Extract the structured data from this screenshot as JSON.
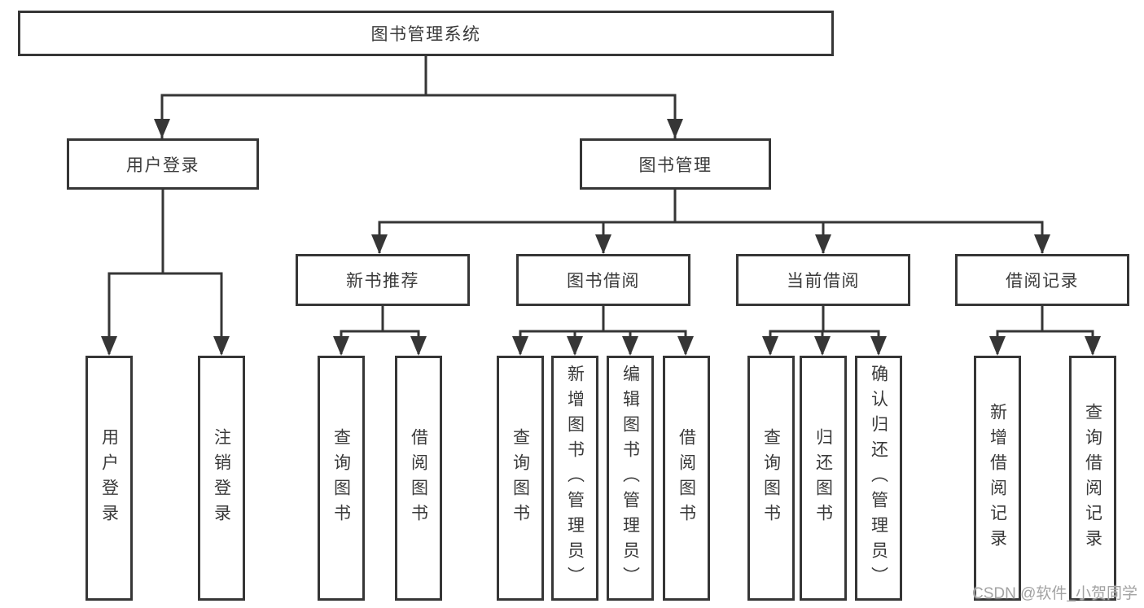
{
  "diagram_title": "图书管理系统",
  "colors": {
    "line": "#363636",
    "box_border": "#363636",
    "text": "#3a3a3a",
    "background": "#ffffff",
    "watermark": "#a3a3a3"
  },
  "tree": {
    "root": {
      "label": "图书管理系统"
    },
    "branches": [
      {
        "label": "用户登录",
        "children": [
          {
            "label": "用户登录"
          },
          {
            "label": "注销登录"
          }
        ]
      },
      {
        "label": "图书管理",
        "children": [
          {
            "label": "新书推荐",
            "children": [
              {
                "label": "查询图书"
              },
              {
                "label": "借阅图书"
              }
            ]
          },
          {
            "label": "图书借阅",
            "children": [
              {
                "label": "查询图书"
              },
              {
                "label": "新增图书（管理员）"
              },
              {
                "label": "编辑图书（管理员）"
              },
              {
                "label": "借阅图书"
              }
            ]
          },
          {
            "label": "当前借阅",
            "children": [
              {
                "label": "查询图书"
              },
              {
                "label": "归还图书"
              },
              {
                "label": "确认归还（管理员）"
              }
            ]
          },
          {
            "label": "借阅记录",
            "children": [
              {
                "label": "新增借阅记录"
              },
              {
                "label": "查询借阅记录"
              }
            ]
          }
        ]
      }
    ]
  },
  "watermark": {
    "text": "CSDN @软件_小贺同学"
  }
}
